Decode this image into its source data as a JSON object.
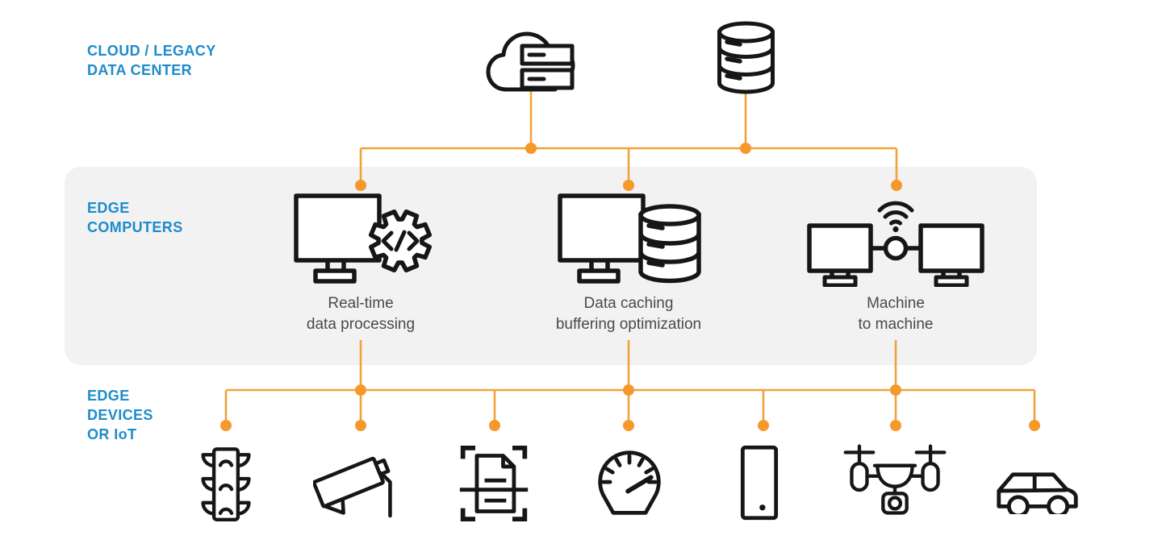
{
  "colors": {
    "accent_orange": "#F1A33B",
    "dot_orange": "#F6982C",
    "label_blue": "#1E8BCB",
    "caption_gray": "#4A4A4A",
    "band_gray": "#F2F2F3",
    "icon_black": "#161616"
  },
  "tier_labels": {
    "cloud": "CLOUD / LEGACY\nDATA CENTER",
    "edge_computers": "EDGE\nCOMPUTERS",
    "edge_devices": "EDGE\nDEVICES\nOR IoT"
  },
  "cloud_tier": {
    "nodes": [
      {
        "icon": "cloud-server-icon"
      },
      {
        "icon": "database-icon"
      }
    ]
  },
  "edge_computers_tier": {
    "nodes": [
      {
        "icon": "monitor-gear-code-icon",
        "caption": "Real-time\ndata processing"
      },
      {
        "icon": "monitor-database-icon",
        "caption": "Data caching\nbuffering optimization"
      },
      {
        "icon": "machine-to-machine-icon",
        "caption": "Machine\nto machine"
      }
    ]
  },
  "edge_devices_tier": {
    "nodes": [
      {
        "icon": "traffic-light-icon"
      },
      {
        "icon": "cctv-camera-icon"
      },
      {
        "icon": "document-scanner-icon"
      },
      {
        "icon": "speedometer-icon"
      },
      {
        "icon": "smartphone-icon"
      },
      {
        "icon": "drone-icon"
      },
      {
        "icon": "car-icon"
      }
    ]
  }
}
